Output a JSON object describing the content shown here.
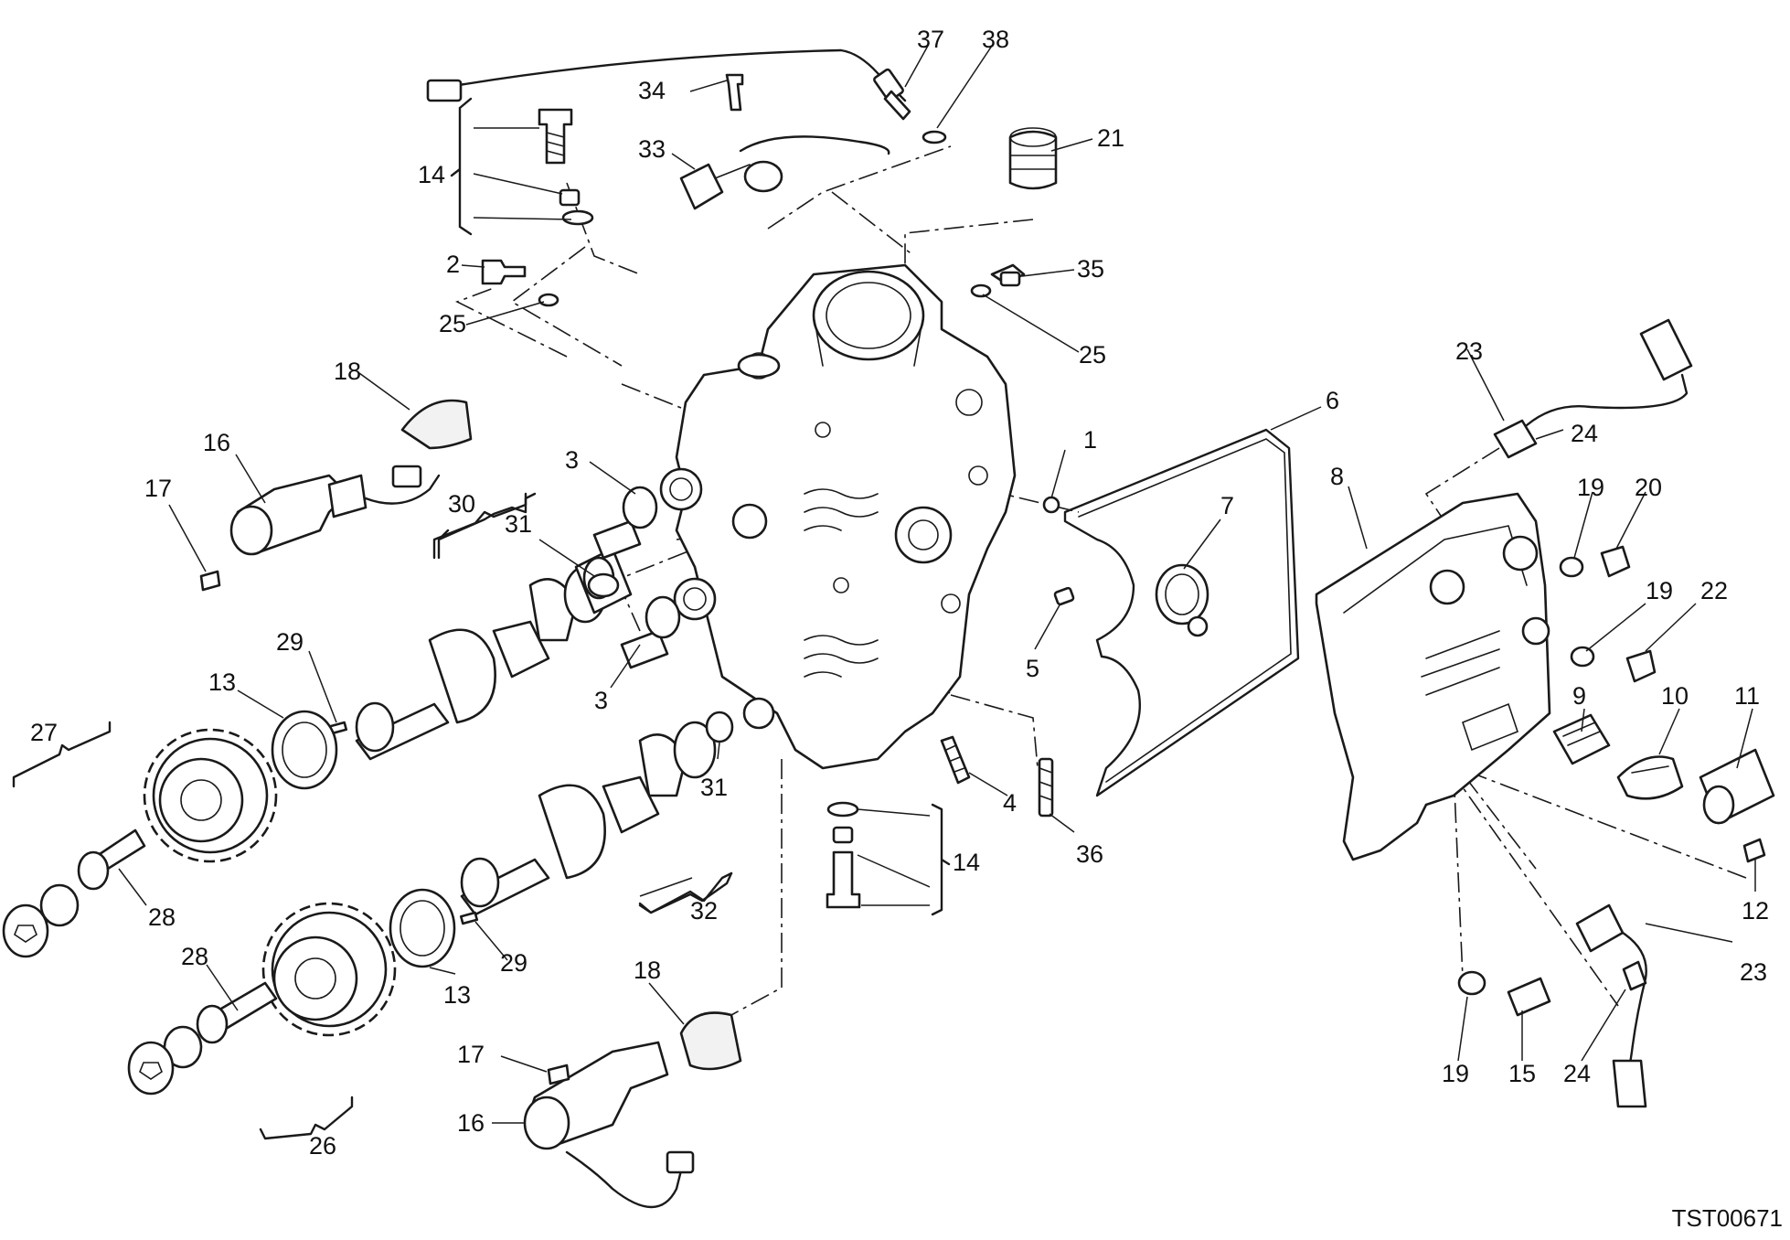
{
  "drawing": {
    "reference_code": "TST00671",
    "line_color": "#1a1a1a",
    "background_color": "#ffffff"
  },
  "callouts": [
    {
      "id": "c37",
      "label": "37"
    },
    {
      "id": "c38",
      "label": "38"
    },
    {
      "id": "c34",
      "label": "34"
    },
    {
      "id": "c33",
      "label": "33"
    },
    {
      "id": "c14a",
      "label": "14"
    },
    {
      "id": "c21",
      "label": "21"
    },
    {
      "id": "c2",
      "label": "2"
    },
    {
      "id": "c35",
      "label": "35"
    },
    {
      "id": "c25a",
      "label": "25"
    },
    {
      "id": "c25b",
      "label": "25"
    },
    {
      "id": "c18a",
      "label": "18"
    },
    {
      "id": "c6",
      "label": "6"
    },
    {
      "id": "c23a",
      "label": "23"
    },
    {
      "id": "c16a",
      "label": "16"
    },
    {
      "id": "c3a",
      "label": "3"
    },
    {
      "id": "c1",
      "label": "1"
    },
    {
      "id": "c24a",
      "label": "24"
    },
    {
      "id": "c17a",
      "label": "17"
    },
    {
      "id": "c30",
      "label": "30"
    },
    {
      "id": "c7",
      "label": "7"
    },
    {
      "id": "c8",
      "label": "8"
    },
    {
      "id": "c19a",
      "label": "19"
    },
    {
      "id": "c20",
      "label": "20"
    },
    {
      "id": "c31a",
      "label": "31"
    },
    {
      "id": "c19b",
      "label": "19"
    },
    {
      "id": "c22",
      "label": "22"
    },
    {
      "id": "c29a",
      "label": "29"
    },
    {
      "id": "c5",
      "label": "5"
    },
    {
      "id": "c13a",
      "label": "13"
    },
    {
      "id": "c3b",
      "label": "3"
    },
    {
      "id": "c9",
      "label": "9"
    },
    {
      "id": "c10",
      "label": "10"
    },
    {
      "id": "c11",
      "label": "11"
    },
    {
      "id": "c27",
      "label": "27"
    },
    {
      "id": "c4",
      "label": "4"
    },
    {
      "id": "c31b",
      "label": "31"
    },
    {
      "id": "c36",
      "label": "36"
    },
    {
      "id": "c14b",
      "label": "14"
    },
    {
      "id": "c12",
      "label": "12"
    },
    {
      "id": "c28a",
      "label": "28"
    },
    {
      "id": "c32",
      "label": "32"
    },
    {
      "id": "c29b",
      "label": "29"
    },
    {
      "id": "c23b",
      "label": "23"
    },
    {
      "id": "c28b",
      "label": "28"
    },
    {
      "id": "c18b",
      "label": "18"
    },
    {
      "id": "c13b",
      "label": "13"
    },
    {
      "id": "c17b",
      "label": "17"
    },
    {
      "id": "c19c",
      "label": "19"
    },
    {
      "id": "c15",
      "label": "15"
    },
    {
      "id": "c24b",
      "label": "24"
    },
    {
      "id": "c16b",
      "label": "16"
    },
    {
      "id": "c26",
      "label": "26"
    }
  ]
}
